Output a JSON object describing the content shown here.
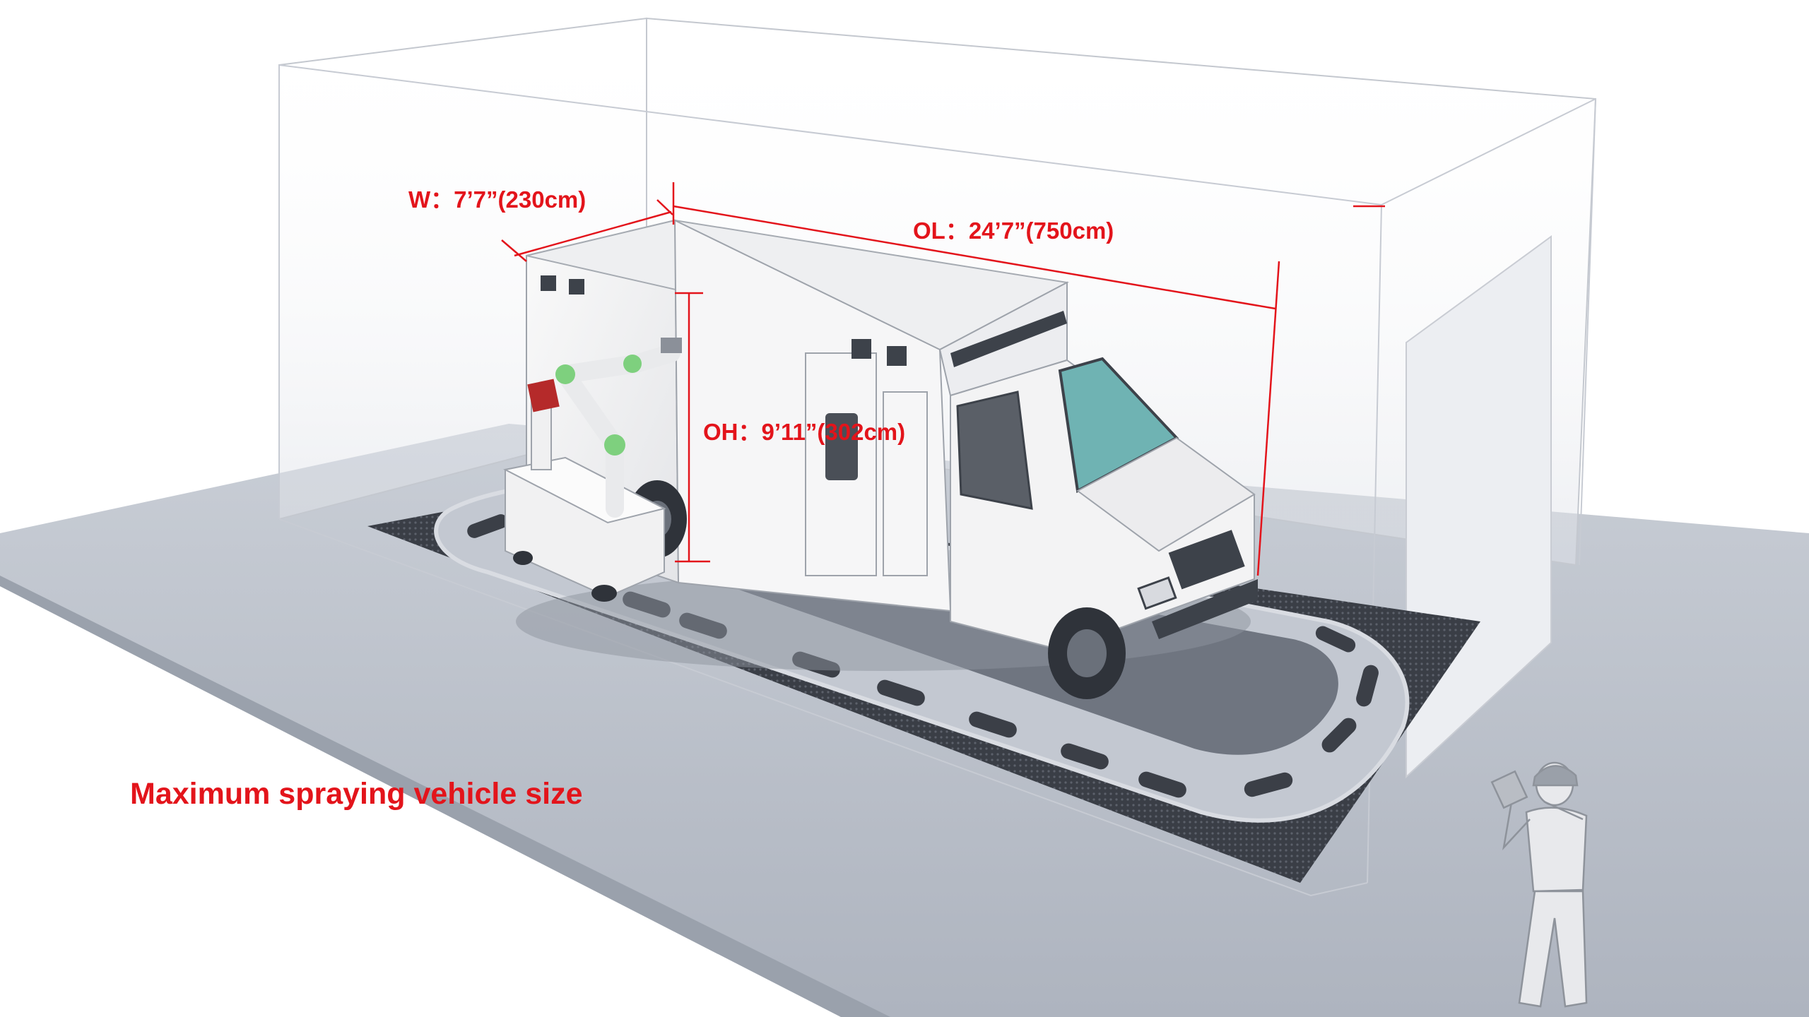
{
  "colors": {
    "annotation_red": "#e3141b",
    "floor": "#b8bec9",
    "enclosure_line": "#c7cbd3",
    "track": "#3b3f47",
    "vehicle_body": "#f3f3f3",
    "robot_accent": "#7ed07e"
  },
  "dimensions": {
    "width_label": "W：7’7”(230cm)",
    "length_label": "OL：24’7”(750cm)",
    "height_label": "OH：9’11”(302cm)"
  },
  "caption": "Maximum spraying vehicle size",
  "elements": {
    "vehicle": "ambulance-box-truck",
    "robot": "mobile-spray-robot-arm",
    "operator": "person-with-tablet",
    "enclosure": "spray-booth-enclosure",
    "track": "rail-track-loop"
  }
}
